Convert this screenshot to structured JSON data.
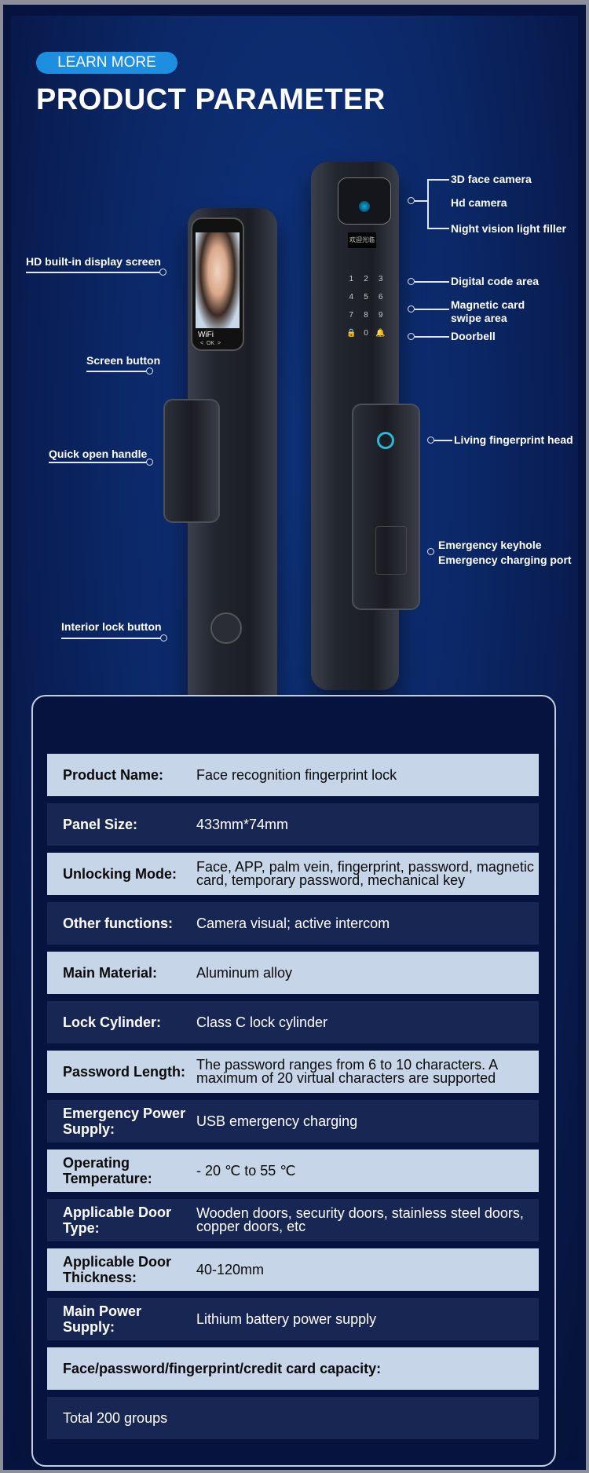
{
  "header": {
    "learn_more": "LEARN MORE",
    "title": "PRODUCT PARAMETER"
  },
  "callouts_left": [
    "HD built-in display screen",
    "Screen button",
    "Quick open handle",
    "Interior lock button"
  ],
  "callouts_right": {
    "camera": [
      "3D face camera",
      "Hd camera",
      "Night vision light filler"
    ],
    "digital": "Digital code area",
    "magnetic": [
      "Magnetic card",
      "swipe area"
    ],
    "doorbell": "Doorbell",
    "fingerprint": "Living fingerprint head",
    "emergency": [
      "Emergency keyhole",
      "Emergency charging port"
    ]
  },
  "lock_screen": {
    "wifi": "WiFi",
    "nav": "<  OK  >",
    "display_text": "欢迎光临",
    "keys": [
      "1",
      "2",
      "3",
      "4",
      "5",
      "6",
      "7",
      "8",
      "9",
      "🔒",
      "0",
      "🔔"
    ]
  },
  "rows": [
    {
      "k": "Product Name:",
      "v": "Face recognition fingerprint lock"
    },
    {
      "k": "Panel Size:",
      "v": "433mm*74mm"
    },
    {
      "k": "Unlocking Mode:",
      "v": "Face, APP, palm vein, fingerprint, password, magnetic card, temporary password, mechanical key"
    },
    {
      "k": "Other functions:",
      "v": "Camera visual; active intercom"
    },
    {
      "k": "Main Material:",
      "v": "Aluminum alloy"
    },
    {
      "k": "Lock Cylinder:",
      "v": "Class C lock cylinder"
    },
    {
      "k": "Password Length:",
      "v": "The password ranges from 6 to 10 characters. A maximum of 20 virtual characters are supported"
    },
    {
      "k": "Emergency Power Supply:",
      "v": "USB emergency charging"
    },
    {
      "k": "Operating Temperature:",
      "v": "- 20 ℃ to 55 ℃"
    },
    {
      "k": "Applicable Door Type:",
      "v": "Wooden doors, security doors, stainless steel doors, copper doors, etc"
    },
    {
      "k": "Applicable Door Thickness:",
      "v": "40-120mm"
    },
    {
      "k": "Main Power Supply:",
      "v": "Lithium battery power supply"
    },
    {
      "k": "Face/password/fingerprint/credit card capacity:",
      "v": ""
    },
    {
      "k": "",
      "v": "Total 200 groups"
    }
  ],
  "colors": {
    "accent": "#1e8fe0",
    "row_light": "#c6d6e8",
    "row_dark": "#182654"
  }
}
